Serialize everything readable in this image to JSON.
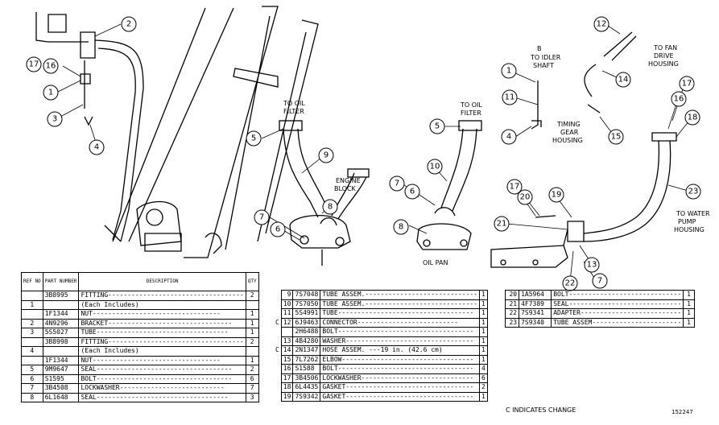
{
  "callouts": [
    {
      "n": "2",
      "side": "left"
    },
    {
      "n": "17",
      "side": "left"
    },
    {
      "n": "16",
      "side": "left"
    },
    {
      "n": "1",
      "side": "left"
    },
    {
      "n": "3",
      "side": "left"
    },
    {
      "n": "4",
      "side": "left"
    },
    {
      "n": "5",
      "side": "mid"
    },
    {
      "n": "9",
      "side": "mid"
    },
    {
      "n": "8",
      "side": "mid"
    },
    {
      "n": "7",
      "side": "mid"
    },
    {
      "n": "6",
      "side": "mid"
    },
    {
      "n": "5",
      "side": "center"
    },
    {
      "n": "10",
      "side": "center"
    },
    {
      "n": "7",
      "side": "center"
    },
    {
      "n": "6",
      "side": "center"
    },
    {
      "n": "8",
      "side": "center"
    },
    {
      "n": "1",
      "side": "right"
    },
    {
      "n": "11",
      "side": "right"
    },
    {
      "n": "4",
      "side": "right"
    },
    {
      "n": "12",
      "side": "right"
    },
    {
      "n": "14",
      "side": "right"
    },
    {
      "n": "15",
      "side": "right"
    },
    {
      "n": "17",
      "side": "right"
    },
    {
      "n": "16",
      "side": "right"
    },
    {
      "n": "18",
      "side": "right"
    },
    {
      "n": "23",
      "side": "right"
    },
    {
      "n": "17",
      "side": "right"
    },
    {
      "n": "20",
      "side": "right"
    },
    {
      "n": "19",
      "side": "right"
    },
    {
      "n": "21",
      "side": "right"
    },
    {
      "n": "13",
      "side": "right"
    },
    {
      "n": "22",
      "side": "right"
    },
    {
      "n": "7",
      "side": "right"
    }
  ],
  "labels": {
    "to_oil_filter_1": [
      "TO OIL",
      "FILTER"
    ],
    "engine_block": [
      "ENGINE",
      "BLOCK"
    ],
    "to_oil_filter_2": [
      "TO OIL",
      "FILTER"
    ],
    "oil_pan": "OIL PAN",
    "to_idler_shaft": [
      "TO IDLER",
      "SHAFT"
    ],
    "timing_gear_housing": [
      "TIMING",
      "GEAR",
      "HOUSING"
    ],
    "to_fan_drive_housing": [
      "TO FAN",
      "DRIVE",
      "HOUSING"
    ],
    "to_water_pump_housing": [
      "TO WATER",
      "PUMP",
      "HOUSING"
    ],
    "b_mark": "B"
  },
  "table1": {
    "headers": {
      "ref": "REF NO",
      "part": "PART NUMBER",
      "desc": "DESCRIPTION",
      "qty": "QTY"
    },
    "rows": [
      {
        "ref": "",
        "part": "3B8995",
        "desc": "FITTING-----------------------------------",
        "qty": "2"
      },
      {
        "ref": "1",
        "part": "",
        "desc": "(Each Includes)",
        "qty": ""
      },
      {
        "ref": "",
        "part": "1F1344",
        "desc": "NUT---------------------------------",
        "qty": "1"
      },
      {
        "ref": "2",
        "part": "4N9296",
        "desc": "BRACKET--------------------------------",
        "qty": "1"
      },
      {
        "ref": "3",
        "part": "5S5027",
        "desc": "TUBE----------------------------------",
        "qty": "1"
      },
      {
        "ref": "",
        "part": "3B8998",
        "desc": "FITTING-----------------------------------",
        "qty": "2"
      },
      {
        "ref": "4",
        "part": "",
        "desc": "(Each Includes)",
        "qty": ""
      },
      {
        "ref": "",
        "part": "1F1344",
        "desc": "NUT---------------------------------",
        "qty": "1"
      },
      {
        "ref": "5",
        "part": "9M9647",
        "desc": "SEAL-----------------------------------",
        "qty": "2"
      },
      {
        "ref": "6",
        "part": "S1595",
        "desc": "BOLT-----------------------------------",
        "qty": "6"
      },
      {
        "ref": "7",
        "part": "3B4508",
        "desc": "LOCKWASHER---------------------------",
        "qty": "7"
      },
      {
        "ref": "8",
        "part": "6L1648",
        "desc": "SEAL----------------------------------",
        "qty": "3"
      }
    ]
  },
  "table2": {
    "rows": [
      {
        "c": "",
        "ref": "9",
        "part": "7S7048",
        "desc": "TUBE ASSEM.-----------------------------",
        "qty": "1"
      },
      {
        "c": "",
        "ref": "10",
        "part": "7S7050",
        "desc": "TUBE ASSEM.-----------------------------",
        "qty": "1"
      },
      {
        "c": "",
        "ref": "11",
        "part": "5S4991",
        "desc": "TUBE-----------------------------------",
        "qty": "1"
      },
      {
        "c": "C",
        "ref": "12",
        "part": "6J9463",
        "desc": "CONNECTOR--------------------------",
        "qty": "1"
      },
      {
        "c": "",
        "ref": "",
        "part": "2H6488",
        "desc": "BOLT-----------------------------------",
        "qty": "1"
      },
      {
        "c": "",
        "ref": "13",
        "part": "4B4280",
        "desc": "WASHER---------------------------------",
        "qty": "1"
      },
      {
        "c": "C",
        "ref": "14",
        "part": "2N1347",
        "desc": "HOSE ASSEM. ---19 in. (42.6 cm)",
        "qty": "1"
      },
      {
        "c": "",
        "ref": "15",
        "part": "7L7262",
        "desc": "ELBOW----------------------------------",
        "qty": "1"
      },
      {
        "c": "",
        "ref": "16",
        "part": "S1588",
        "desc": "BOLT-----------------------------------",
        "qty": "4"
      },
      {
        "c": "",
        "ref": "17",
        "part": "3B4506",
        "desc": "LOCKWASHER-----------------------------",
        "qty": "6"
      },
      {
        "c": "",
        "ref": "18",
        "part": "6L4435",
        "desc": "GASKET---------------------------------",
        "qty": "2"
      },
      {
        "c": "",
        "ref": "19",
        "part": "7S9342",
        "desc": "GASKET---------------------------------",
        "qty": "1"
      }
    ]
  },
  "table3": {
    "rows": [
      {
        "ref": "20",
        "part": "1A5964",
        "desc": "BOLT-----------------------------",
        "qty": "1"
      },
      {
        "ref": "21",
        "part": "4F7389",
        "desc": "SEAL-----------------------------",
        "qty": "1"
      },
      {
        "ref": "22",
        "part": "7S9341",
        "desc": "ADAPTER--------------------------",
        "qty": "1"
      },
      {
        "ref": "23",
        "part": "7S9340",
        "desc": "TUBE ASSEM-----------------------",
        "qty": "1"
      }
    ]
  },
  "footer": {
    "change_note": "C INDICATES CHANGE",
    "figure_number": "152247"
  }
}
